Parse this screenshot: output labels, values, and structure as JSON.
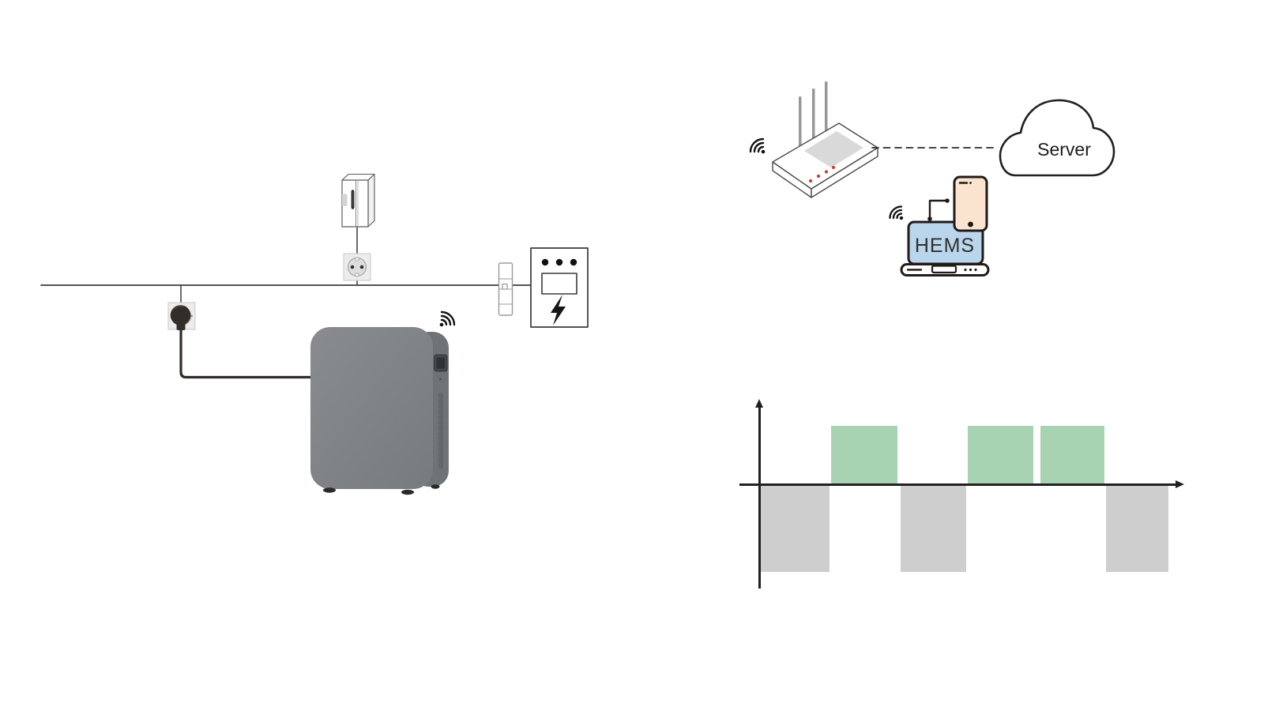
{
  "network": {
    "server_label": "Server",
    "hems_label": "HEMS"
  },
  "icons": {
    "wifi": "wifi-arcs-with-dot",
    "router": "three-antenna-wifi-router",
    "cloud": "cloud-outline",
    "laptop": "laptop-front",
    "phone": "smartphone",
    "battery": "home-battery-cabinet",
    "socket": "schuko-wall-socket",
    "plug": "power-plug",
    "breaker": "din-rail-circuit-breaker",
    "meter": "electricity-meter-with-lightning-bolt",
    "appliance": "wall-mounted-appliance",
    "link_arrow": "elbow-connector-with-dots"
  },
  "colors": {
    "outline_dark": "#231f20",
    "line_gray": "#3b3b3b",
    "battery_gray": "#7f8285",
    "battery_side_gray": "#6f7276",
    "screen_blue": "#b9d6ec",
    "phone_peach": "#fae3cf",
    "led_red": "#d63a30",
    "bar_green": "#a8d3b2",
    "bar_gray": "#cecece"
  },
  "chart_data": {
    "type": "bar",
    "title": "",
    "xlabel": "",
    "ylabel": "",
    "x_range": [
      0,
      100
    ],
    "y_range": [
      -1.5,
      1
    ],
    "grid": false,
    "legend": false,
    "axis_arrows": true,
    "positive_color": "#a8d3b2",
    "negative_color": "#cecece",
    "bars": [
      {
        "x_start": 0.4,
        "x_end": 16.6,
        "value": -1.5
      },
      {
        "x_start": 17.0,
        "x_end": 32.6,
        "value": 1
      },
      {
        "x_start": 33.3,
        "x_end": 48.8,
        "value": -1.5
      },
      {
        "x_start": 49.2,
        "x_end": 64.6,
        "value": 1
      },
      {
        "x_start": 66.3,
        "x_end": 81.4,
        "value": 1
      },
      {
        "x_start": 81.8,
        "x_end": 96.5,
        "value": -1.5
      }
    ]
  }
}
